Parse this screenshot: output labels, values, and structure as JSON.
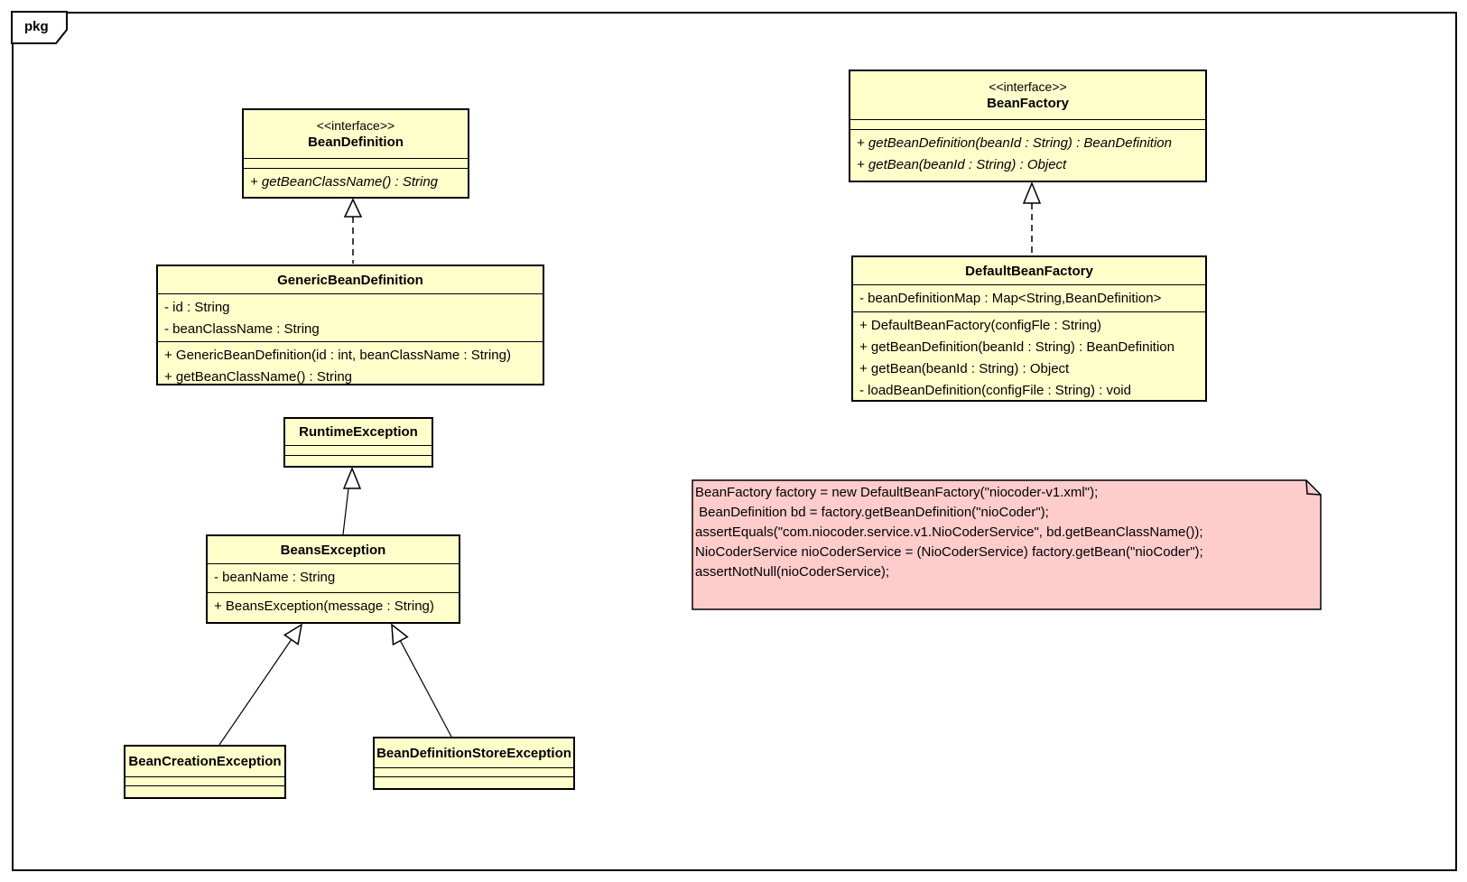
{
  "frame": {
    "tab_label": "pkg"
  },
  "colors": {
    "class_fill": "#FFFFCC",
    "note_fill": "#FFCCCC",
    "border": "#000000",
    "background": "#FFFFFF"
  },
  "classes": [
    {
      "id": "bean_definition",
      "stereotype": "<<interface>>",
      "name": "BeanDefinition",
      "attributes": [],
      "operations": [
        "+ getBeanClassName() : String"
      ]
    },
    {
      "id": "generic_bean_definition",
      "name": "GenericBeanDefinition",
      "attributes": [
        "- id : String",
        "- beanClassName : String"
      ],
      "operations": [
        "+ GenericBeanDefinition(id : int, beanClassName : String)",
        "+ getBeanClassName() : String"
      ]
    },
    {
      "id": "runtime_exception",
      "name": "RuntimeException",
      "attributes": [],
      "operations": []
    },
    {
      "id": "beans_exception",
      "name": "BeansException",
      "attributes": [
        "- beanName : String"
      ],
      "operations": [
        "+ BeansException(message : String)"
      ]
    },
    {
      "id": "bean_creation_exception",
      "name": "BeanCreationException",
      "attributes": [],
      "operations": []
    },
    {
      "id": "bean_definition_store_exception",
      "name": "BeanDefinitionStoreException",
      "attributes": [],
      "operations": []
    },
    {
      "id": "bean_factory",
      "stereotype": "<<interface>>",
      "name": "BeanFactory",
      "attributes": [],
      "operations": [
        "+ getBeanDefinition(beanId : String) : BeanDefinition",
        "+ getBean(beanId : String) : Object"
      ]
    },
    {
      "id": "default_bean_factory",
      "name": "DefaultBeanFactory",
      "attributes": [
        "- beanDefinitionMap : Map<String,BeanDefinition>"
      ],
      "operations": [
        "+ DefaultBeanFactory(configFle : String)",
        "+ getBeanDefinition(beanId : String) : BeanDefinition",
        "+ getBean(beanId : String) : Object",
        "- loadBeanDefinition(configFile : String) : void"
      ]
    }
  ],
  "note": {
    "lines": [
      "BeanFactory factory = new DefaultBeanFactory(\"niocoder-v1.xml\");",
      " BeanDefinition bd = factory.getBeanDefinition(\"nioCoder\");",
      "assertEquals(\"com.niocoder.service.v1.NioCoderService\", bd.getBeanClassName());",
      "NioCoderService nioCoderService = (NioCoderService) factory.getBean(\"nioCoder\");",
      "assertNotNull(nioCoderService);"
    ]
  }
}
